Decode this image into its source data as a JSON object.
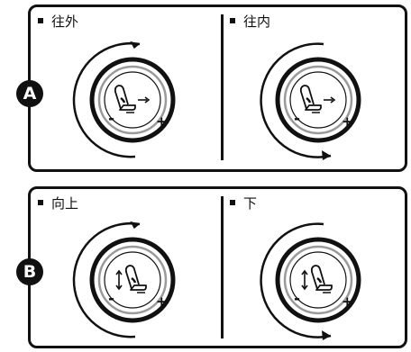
{
  "panel_a": {
    "badge": "A",
    "left_caption": "往外",
    "right_caption": "往内",
    "minus_label": "-",
    "plus_label": "+"
  },
  "panel_b": {
    "badge": "B",
    "left_caption": "向上",
    "right_caption": "下",
    "minus_label": "-",
    "plus_label": "+"
  },
  "icons": {
    "panel_a_knob_icon": "seat-lumbar-forward-icon",
    "panel_b_knob_icon": "seat-height-up-down-icon",
    "left_rotation_arrow": "clockwise-arrow-icon",
    "right_rotation_arrow": "counterclockwise-arrow-icon"
  }
}
